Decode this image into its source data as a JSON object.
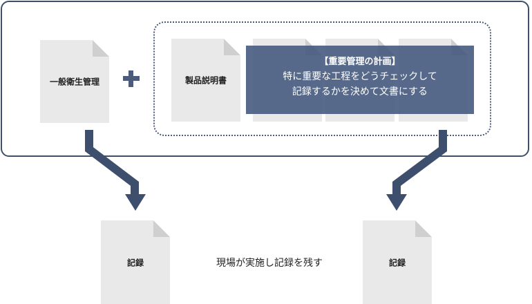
{
  "documents": {
    "general_hygiene": "一般衛生管理",
    "product_description": "製品説明書",
    "record_left": "記録",
    "record_right": "記録"
  },
  "plan": {
    "title": "【重要管理の計画】",
    "line1": "特に重要な工程をどうチェックして",
    "line2": "記録するかを決めて文書にする"
  },
  "middle_text": "現場が実施し記録を残す",
  "colors": {
    "navy": "#3e4f6d",
    "doc_gray": "#e9e9e9",
    "fold_gray": "#cfcfcf",
    "plan_fill": "#42567c"
  }
}
